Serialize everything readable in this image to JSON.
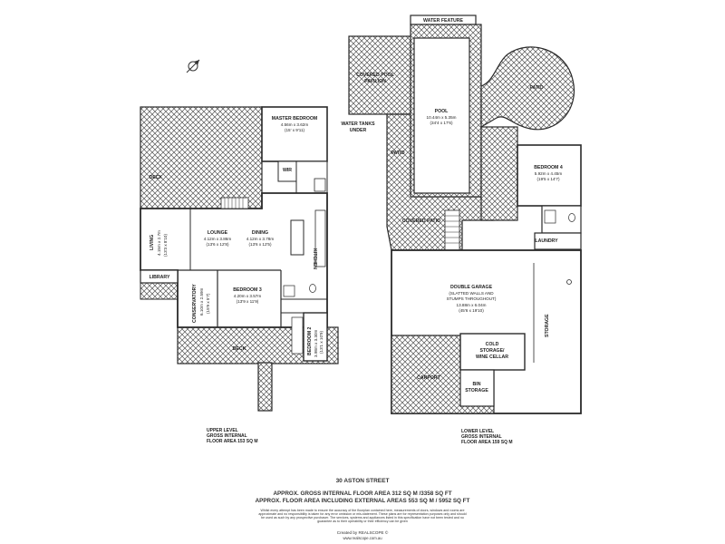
{
  "upper": {
    "rooms": {
      "master_bedroom": {
        "name": "MASTER BEDROOM",
        "dims": "4.56m x 3.62m",
        "imperial": "(15' x 9'11)"
      },
      "wir": {
        "name": "WIR"
      },
      "deck_top": {
        "name": "DECK"
      },
      "lounge": {
        "name": "LOUNGE",
        "dims": "4.12m x 3.86m",
        "imperial": "(13'6 x 12'8)"
      },
      "dining": {
        "name": "DINING",
        "dims": "4.12m x 3.78m",
        "imperial": "(13'6 x 12'5)"
      },
      "kitchen": {
        "name": "KITCHEN"
      },
      "living": {
        "name": "LIVING",
        "dims": "4.15m x 2.7m",
        "imperial": "(13'3 x 8'10)"
      },
      "library": {
        "name": "LIBRARY"
      },
      "conservatory": {
        "name": "CONSERVATORY",
        "dims": "6.10m x 2.59m",
        "imperial": "(15'9 x 5'7)"
      },
      "bedroom3": {
        "name": "BEDROOM 3",
        "dims": "4.20m x 3.57m",
        "imperial": "(13'9 x 11'9)"
      },
      "bedroom2": {
        "name": "BEDROOM 2",
        "dims": "3.98m x 3.30m",
        "imperial": "(13'1 x 10'9)"
      },
      "deck_bottom": {
        "name": "DECK"
      }
    },
    "level_label": [
      "UPPER LEVEL",
      "GROSS INTERNAL",
      "FLOOR AREA 153 SQ M"
    ]
  },
  "lower": {
    "rooms": {
      "water_feature": {
        "name": "WATER FEATURE"
      },
      "covered_pool_pavilion": {
        "name": "COVERED POOL",
        "name2": "PAVILION"
      },
      "patio_round": {
        "name": "PATIO"
      },
      "pool": {
        "name": "POOL",
        "dims": "10.44m x 5.35m",
        "imperial": "(34'4 x 17'6)"
      },
      "water_tanks": {
        "name": "WATER TANKS",
        "name2": "UNDER"
      },
      "patio_left": {
        "name": "PATIO"
      },
      "bedroom4": {
        "name": "BEDROOM 4",
        "dims": "5.92m x 4.45m",
        "imperial": "(19'5 x 14'7)"
      },
      "covered_patio": {
        "name": "COVERED PATIO"
      },
      "laundry": {
        "name": "LAUNDRY"
      },
      "double_garage": {
        "name": "DOUBLE GARAGE",
        "note1": "(SLATTED WALLS AND",
        "note2": "STUMPS THROUGHOUT)",
        "dims": "13.88m x 6.04m",
        "imperial": "(45'6 x 19'10)"
      },
      "storage": {
        "name": "STORAGE"
      },
      "cold_storage": {
        "name": "COLD",
        "name2": "STORAGE/",
        "name3": "WINE CELLAR"
      },
      "carport": {
        "name": "CARPORT"
      },
      "bin_storage": {
        "name": "BIN",
        "name2": "STORAGE"
      }
    },
    "level_label": [
      "LOWER LEVEL",
      "GROSS INTERNAL",
      "FLOOR AREA 159 SQ M"
    ]
  },
  "footer": {
    "address": "30 ASTON STREET",
    "area_internal": "APPROX. GROSS INTERNAL FLOOR AREA 312 SQ M /3358 SQ FT",
    "area_external": "APPROX. FLOOR AREA INCLUDING EXTERNAL AREAS 553 SQ M / 5952 SQ FT",
    "disclaimer1": "Whilst every attempt has been made to ensure the accuracy of the floorplan contained here, measurements of doors, windows and rooms are",
    "disclaimer2": "approximate and no responsibility is taken for any error omission or mis-statement. These plans are for representation purposes only and should",
    "disclaimer3": "be used as such by any prospective purchaser. The services, systems and appliances listed in this specification have not been tested and no",
    "disclaimer4": "guarantee as to their operability or their efficiency can be given",
    "credit": "Created by REALSCOPE ©",
    "website": "www.realscope.com.au"
  },
  "colors": {
    "wall": "#2a2a2a",
    "hatch": "#555555",
    "floor": "#ffffff"
  }
}
